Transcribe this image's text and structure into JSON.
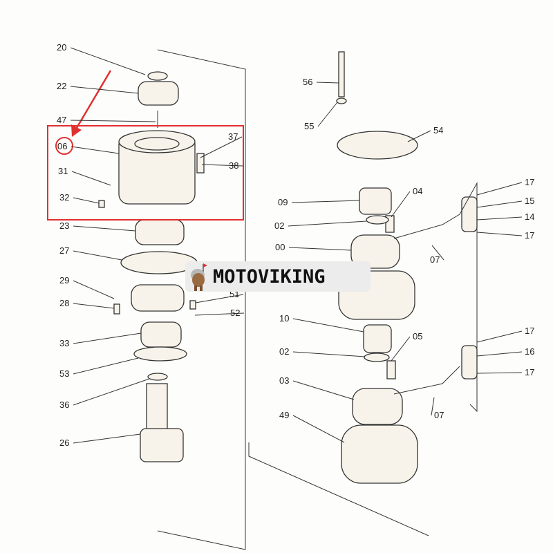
{
  "diagram": {
    "type": "exploded parts diagram",
    "highlighted_part": "06",
    "accent_color": "#e03030",
    "left_labels": [
      "20",
      "22",
      "47",
      "06",
      "37",
      "38",
      "31",
      "32",
      "23",
      "27",
      "29",
      "28",
      "51",
      "52",
      "33",
      "53",
      "36",
      "26"
    ],
    "right_labels": [
      "56",
      "55",
      "54",
      "09",
      "04",
      "02",
      "00",
      "17",
      "15",
      "14",
      "17",
      "07",
      "10",
      "05",
      "02",
      "17",
      "16",
      "17",
      "03",
      "07",
      "49"
    ]
  },
  "watermark": {
    "brand": "MOTOVIKING"
  }
}
